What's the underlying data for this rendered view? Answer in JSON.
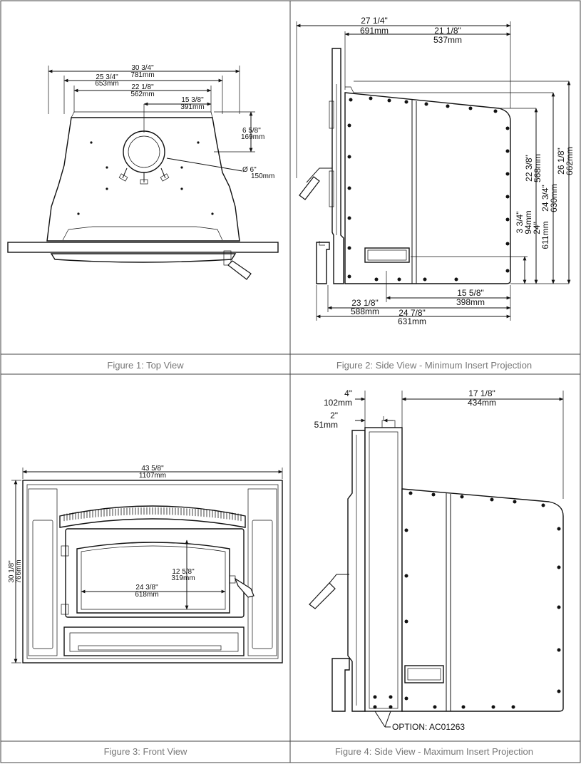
{
  "figures": {
    "fig1": {
      "caption": "Figure 1: Top View",
      "dims": {
        "width_overall": [
          "30 3/4\"",
          "781mm"
        ],
        "width_2": [
          "25 3/4\"",
          "653mm"
        ],
        "width_3": [
          "22 1/8\"",
          "562mm"
        ],
        "flue_offset": [
          "15 3/8\"",
          "391mm"
        ],
        "depth": [
          "6 5/8\"",
          "169mm"
        ],
        "flue_diameter": [
          "Ø 6\"",
          "150mm"
        ]
      }
    },
    "fig2": {
      "caption": "Figure 2: Side View - Minimum Insert Projection",
      "dims": {
        "overall_depth": [
          "27 1/4\"",
          "691mm"
        ],
        "rear_depth": [
          "21 1/8\"",
          "537mm"
        ],
        "h1": [
          "22 3/8\"",
          "568mm"
        ],
        "h2": [
          "26 1/8\"",
          "662mm"
        ],
        "h3": [
          "24 3/4\"",
          "630mm"
        ],
        "h4": [
          "24\"",
          "611mm"
        ],
        "h5": [
          "3 3/4\"",
          "94mm"
        ],
        "base_1": [
          "15 5/8\"",
          "398mm"
        ],
        "base_2": [
          "23 1/8\"",
          "588mm"
        ],
        "base_3": [
          "24 7/8\"",
          "631mm"
        ]
      }
    },
    "fig3": {
      "caption": "Figure 3: Front View",
      "dims": {
        "width": [
          "43 5/8\"",
          "1107mm"
        ],
        "height": [
          "30 1/8\"",
          "766mm"
        ],
        "glass_width": [
          "24 3/8\"",
          "618mm"
        ],
        "glass_height": [
          "12 5/8\"",
          "319mm"
        ]
      }
    },
    "fig4": {
      "caption": "Figure 4: Side View - Maximum Insert Projection",
      "dims": {
        "spacer_1": [
          "4\"",
          "102mm"
        ],
        "spacer_2": [
          "2\"",
          "51mm"
        ],
        "depth": [
          "17 1/8\"",
          "434mm"
        ]
      },
      "option_label": "OPTION: AC01263"
    }
  }
}
